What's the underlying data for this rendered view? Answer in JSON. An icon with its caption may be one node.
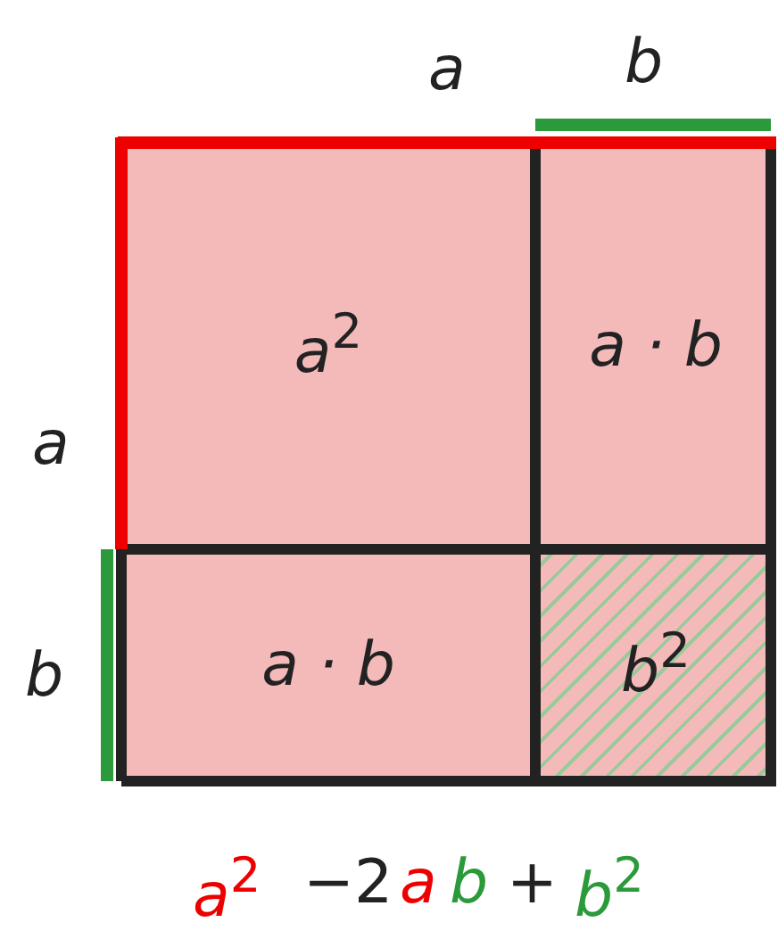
{
  "diagram": {
    "nodes": [
      {
        "text": [
          "a$^{2}$"
        ]
      },
      {
        "text": [
          "a · b"
        ]
      },
      {
        "text": [
          "a · b"
        ]
      },
      {
        "text": [
          "b$^{2}$"
        ]
      }
    ],
    "labels": [
      "a",
      "b",
      "a",
      "b",
      "a$^{2}$",
      "−2",
      "a",
      "b",
      "+",
      "b$^{2}$"
    ]
  }
}
